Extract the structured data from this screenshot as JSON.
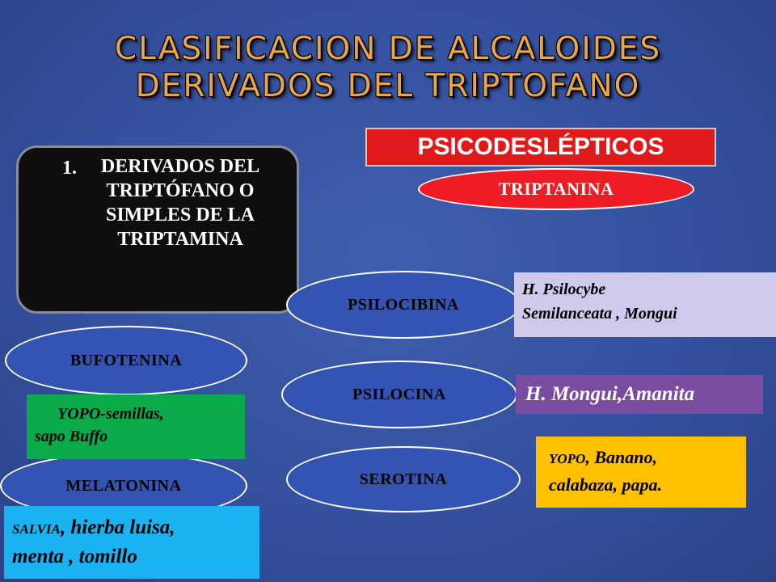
{
  "title": {
    "line1": "CLASIFICACION DE ALCALOIDES",
    "line2": "DERIVADOS  DEL TRIPTOFANO"
  },
  "main_box": {
    "number": "1.",
    "text": "DERIVADOS DEL TRIPTÓFANO O SIMPLES DE LA TRIPTAMINA"
  },
  "category": "PSICODESLÉPTICOS",
  "nodes": {
    "triptanina": "TRIPTANINA",
    "psilocibina": "PSILOCIBINA",
    "psilocina": "PSILOCINA",
    "serotina": "SEROTINA",
    "bufotenina": "BUFOTENINA",
    "melatonina": "MELATONINA"
  },
  "sources": {
    "psilocibina_line1": "H. Psilocybe",
    "psilocibina_line2": "Semilanceata ,  Mongui",
    "psilocina": "H. Mongui,Amanita",
    "serotina_small": "YOPO",
    "serotina_rest1": ", Banano,",
    "serotina_line2": "calabaza, papa.",
    "bufotenina_line1": "YOPO-semillas,",
    "bufotenina_line2": "sapo Buffo",
    "melatonina_small": "SALVIA",
    "melatonina_rest1": ", hierba luisa,",
    "melatonina_line2": "menta , tomillo"
  },
  "colors": {
    "background": "#34509e",
    "title": "#e8a54a",
    "category": "#e01a1a",
    "triptanina": "#ee1c24",
    "node": "#3454b4",
    "lavender": "#cfc9ec",
    "purple": "#7a4ca0",
    "orange": "#ffc000",
    "green": "#0aaa4a",
    "cyan": "#1ab2f0"
  }
}
